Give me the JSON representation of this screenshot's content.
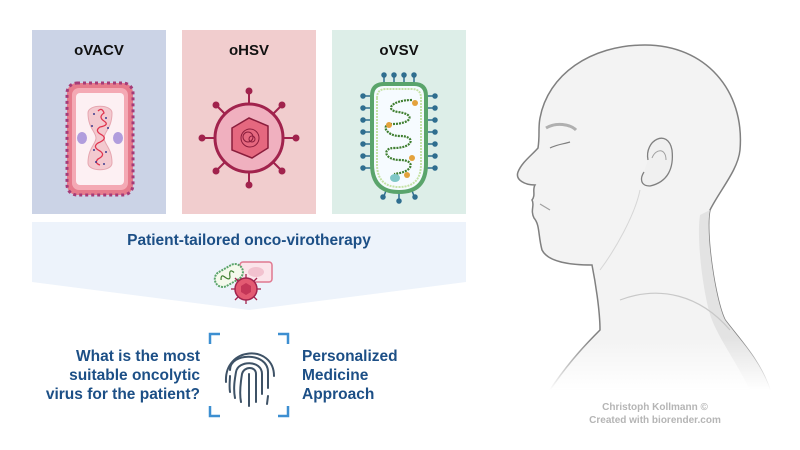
{
  "panels": [
    {
      "title": "oVACV",
      "icon": "vaccinia-virus-icon",
      "color": "#cbd3e6"
    },
    {
      "title": "oHSV",
      "icon": "herpes-simplex-virus-icon",
      "color": "#f1cdce"
    },
    {
      "title": "oVSV",
      "icon": "vesicular-stomatitis-virus-icon",
      "color": "#ddeee8"
    }
  ],
  "banner": {
    "title": "Patient-tailored onco-virotherapy",
    "color": "#edf3fb"
  },
  "question": [
    "What is the most",
    "suitable oncolytic",
    "virus for the patient?"
  ],
  "approach": [
    "Personalized",
    "Medicine",
    "Approach"
  ],
  "credit": [
    "Christoph Kollmann ©",
    "Created with biorender.com"
  ],
  "colors": {
    "text_blue": "#1c4f86",
    "scan_bracket": "#3d8fd1",
    "fingerprint": "#3e5266"
  }
}
